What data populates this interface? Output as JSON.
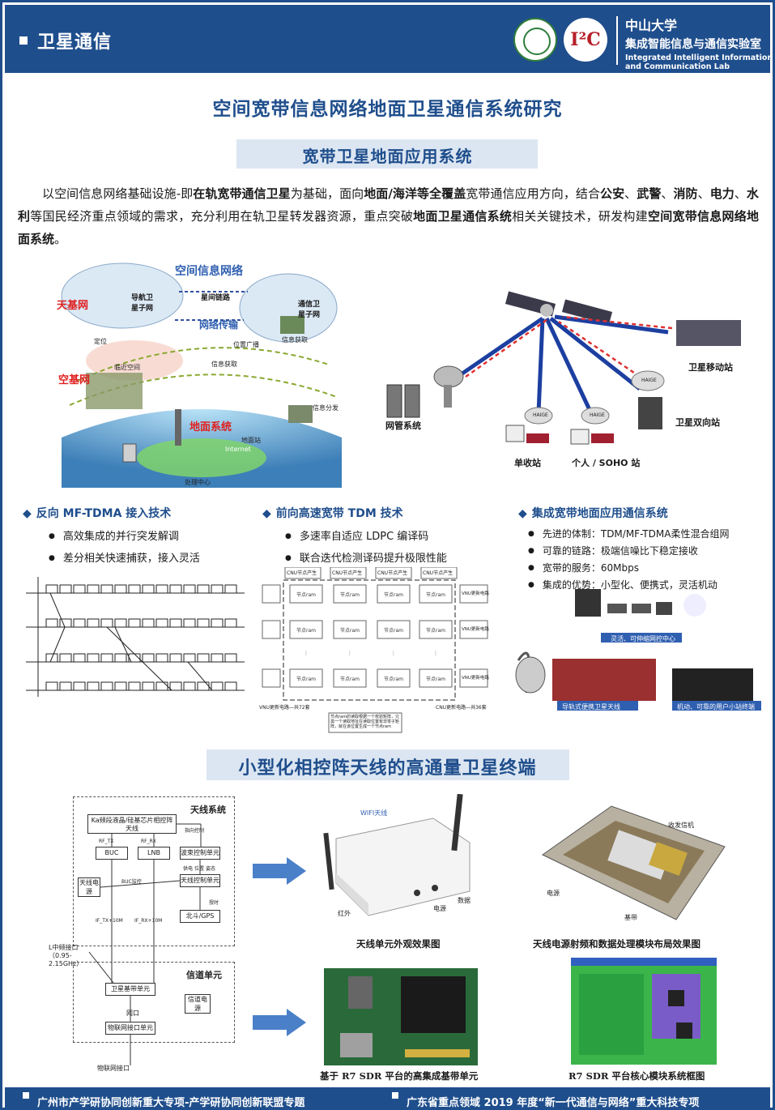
{
  "header": {
    "section": "卫星通信",
    "univ": "中山大学",
    "lab_cn": "集成智能信息与通信实验室",
    "lab_en": "Integrated Intelligent Information and Communication Lab",
    "logo_ic": "I²C"
  },
  "title": "空间宽带信息网络地面卫星通信系统研究",
  "subtitle": "宽带卫星地面应用系统",
  "intro": {
    "p1": "以空间信息网络基础设施-即",
    "b1": "在轨宽带通信卫星",
    "p2": "为基础，面向",
    "b2": "地面/海洋等全覆盖",
    "p3": "宽带通信应用方向，结合",
    "b3": "公安",
    "p4": "、",
    "b4": "武警",
    "p5": "、",
    "b5": "消防",
    "p6": "、",
    "b6": "电力",
    "p7": "、",
    "b7": "水利",
    "p8": "等国民经济重点领域的需求，充分利用在轨卫星转发器资源，重点突破",
    "b8": "地面卫星通信系统",
    "p9": "相关关键技术，研发构建",
    "b9": "空间宽带信息网络地面系统",
    "p10": "。"
  },
  "left_diagram": {
    "space_net": "空间信息网络",
    "sky_net": "天基网",
    "air_net": "空基网",
    "ground_sys": "地面系统",
    "nav_sat": "导航卫星子网",
    "comm_sat": "通信卫星子网",
    "isl": "星间链路",
    "net_trans": "网络传输",
    "info_get": "信息获取",
    "info_get2": "信息获取",
    "position": "定位",
    "broadcast": "位置广播",
    "uav": "临近空间",
    "info_dist": "信息分发",
    "earth_station": "地面站",
    "internet": "Internet",
    "proc_center": "处理中心"
  },
  "right_diagram": {
    "nms": "网管系统",
    "mobile": "卫星移动站",
    "duplex": "卫星双向站",
    "rx_only": "单收站",
    "soho": "个人 / SOHO 站",
    "haige": "HAIGE"
  },
  "cols": [
    {
      "title": "反向 MF-TDMA 接入技术",
      "items": [
        "高效集成的并行突发解调",
        "差分相关快速捕获，接入灵活"
      ]
    },
    {
      "title": "前向高速宽带 TDM 技术",
      "items": [
        "多速率自适应 LDPC 编译码",
        "联合迭代检测译码提升极限性能"
      ]
    },
    {
      "title": "集成宽带地面应用通信系统",
      "items": [
        "先进的体制：TDM/MF-TDMA柔性混合组网",
        "可靠的链路：极端信噪比下稳定接收",
        "宽带的服务：60Mbps",
        "集成的优势：小型化、便携式，灵活机动"
      ]
    }
  ],
  "col3_captions": {
    "c1": "灵活、可伸缩网控中心",
    "c2": "导轨式便携卫星天线",
    "c3": "机动、可靠的用户小站终端"
  },
  "ldpc": {
    "cnu": "CNU节点产生",
    "vnu": "VNU更新电路",
    "node": "节点",
    "vnu_total": "VNU更新电路—共72套",
    "cnu_total": "CNU更新电路—共36套",
    "note": "节点ram的读取根据一个校验矩阵，只需一个读取地址在读取位置有非零子矩阵，就在该位置生成一个节点ram"
  },
  "sec2_title": "小型化相控阵天线的高通量卫星终端",
  "block": {
    "antenna_sys": "天线系统",
    "ka_array": "Ka频段液晶/硅基芯片相控阵天线",
    "buc": "BUC",
    "lnb": "LNB",
    "beam_ctrl": "波束控制单元",
    "ant_power": "天线电源",
    "ant_ctrl": "天线控制单元",
    "bds": "北斗/GPS",
    "channel_unit": "信道单元",
    "baseband": "卫星基带单元",
    "ch_power": "信道电源",
    "port": "网口",
    "iot": "物联网接口单元",
    "if_label": "L中频接口（0.95-2.15GHz）",
    "iot_port": "物联网接口",
    "rf_tx": "RF_TX",
    "rf_rx": "RF_RX",
    "beam_ctrl_s": "指向控制",
    "buc_mon": "BUC监控",
    "if_tx": "IF_TX+10M",
    "if_rx": "IF_RX+10M",
    "pwr": "供电",
    "pos": "位置",
    "att": "姿态",
    "tpps": "授时"
  },
  "captions": {
    "ant_unit": "天线单元外观效果图",
    "ant_layout": "天线电源射频和数据处理模块布局效果图",
    "r7_base": "基于 R7 SDR 平台的高集成基带单元",
    "r7_core": "R7 SDR 平台核心模块系统框图"
  },
  "device_labels": {
    "wifi": "WIFI天线",
    "red": "红外",
    "power": "电源",
    "data": "数据",
    "trx": "收发信机",
    "pwr2": "电源",
    "baseband": "基带"
  },
  "footer": {
    "left": "广州市产学研协同创新重大专项-产学研协同创新联盟专题",
    "right": "广东省重点领域 2019 年度“新一代通信与网络”重大科技专项"
  }
}
